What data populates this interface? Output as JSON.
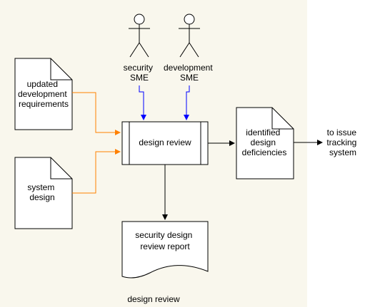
{
  "colors": {
    "background_panel": "#f9f7ed",
    "stroke": "#000000",
    "orange_connector": "#ff8000",
    "blue_connector": "#0000ff"
  },
  "actors": {
    "security": [
      "security",
      "SME"
    ],
    "development": [
      "development",
      "SME"
    ]
  },
  "documents": {
    "updated_requirements": [
      "updated",
      "development",
      "requirements"
    ],
    "system_design": [
      "system",
      "design"
    ],
    "identified_deficiencies": [
      "identified",
      "design",
      "deficiencies"
    ],
    "review_report": [
      "security design",
      "review report"
    ]
  },
  "process": {
    "label": "design review"
  },
  "destination": [
    "to issue",
    "tracking",
    "system"
  ],
  "caption": "design review"
}
